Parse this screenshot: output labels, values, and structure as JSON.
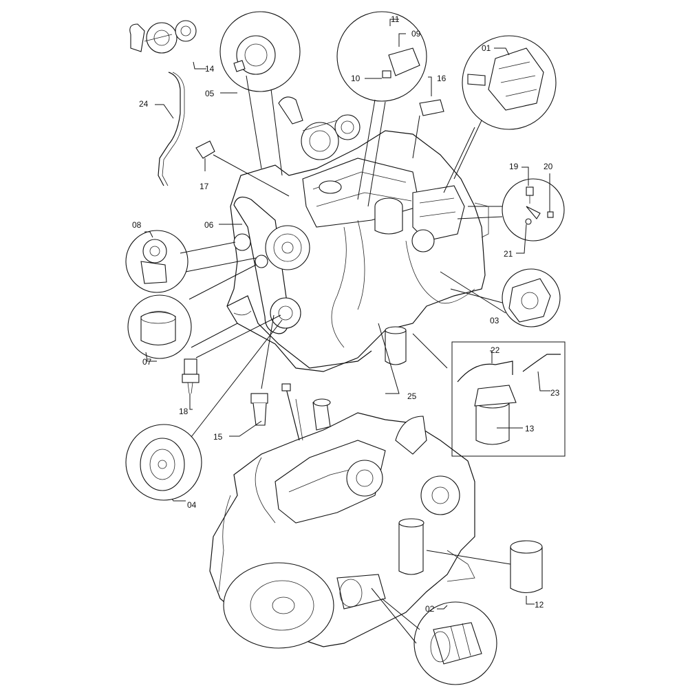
{
  "labels": {
    "l01": "01",
    "l02": "02",
    "l03": "03",
    "l04": "04",
    "l05": "05",
    "l06": "06",
    "l07": "07",
    "l08": "08",
    "l09": "09",
    "l10": "10",
    "l11": "11",
    "l12": "12",
    "l13": "13",
    "l14": "14",
    "l15": "15",
    "l16": "16",
    "l17": "17",
    "l18": "18",
    "l19": "19",
    "l20": "20",
    "l21": "21",
    "l22": "22",
    "l23": "23",
    "l24": "24",
    "l25": "25"
  }
}
